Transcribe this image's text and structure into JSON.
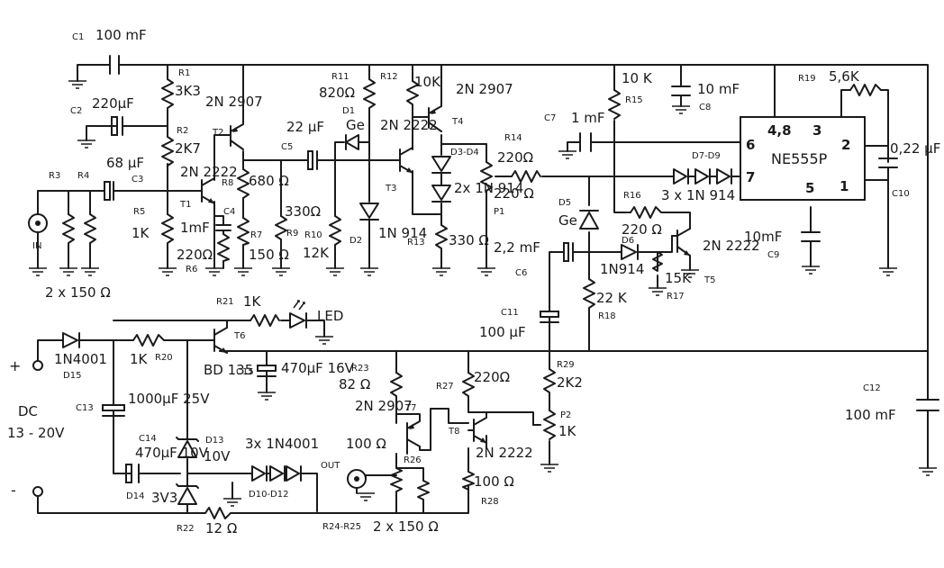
{
  "components": {
    "C1": {
      "ref": "C1",
      "value": "100 mF"
    },
    "C2": {
      "ref": "C2",
      "value": "220µF"
    },
    "C3": {
      "ref": "C3",
      "value": "68 µF"
    },
    "C4": {
      "ref": "C4",
      "value": "1mF"
    },
    "C5": {
      "ref": "C5",
      "value": "22 µF"
    },
    "C6": {
      "ref": "C6",
      "value": "2,2 mF"
    },
    "C7": {
      "ref": "C7",
      "value": "1 mF"
    },
    "C8": {
      "ref": "C8",
      "value": "10 mF"
    },
    "C9": {
      "ref": "C9",
      "value": "10mF"
    },
    "C10": {
      "ref": "C10",
      "value": "0,22 µF"
    },
    "C11": {
      "ref": "C11",
      "value": "100 µF"
    },
    "C12": {
      "ref": "C12",
      "value": "100 mF"
    },
    "C13": {
      "ref": "C13",
      "value": "1000µF 25V"
    },
    "C14": {
      "ref": "C14",
      "value": "470µF 10V"
    },
    "C15": {
      "ref": "C15",
      "value": "470µF 16V"
    },
    "R1": {
      "ref": "R1",
      "value": "3K3"
    },
    "R2": {
      "ref": "R2",
      "value": "2K7"
    },
    "R3": {
      "ref": "R3"
    },
    "R4": {
      "ref": "R4"
    },
    "R34_value": "2 x 150 Ω",
    "R5": {
      "ref": "R5",
      "value": "1K"
    },
    "R6": {
      "ref": "R6",
      "value": "220Ω"
    },
    "R7": {
      "ref": "R7",
      "value": "150 Ω"
    },
    "R8": {
      "ref": "R8",
      "value": "680 Ω"
    },
    "R9": {
      "ref": "R9",
      "value": "330Ω"
    },
    "R10": {
      "ref": "R10",
      "value": "12K"
    },
    "R11": {
      "ref": "R11",
      "value": "820Ω"
    },
    "R12": {
      "ref": "R12",
      "value": "10K"
    },
    "R13": {
      "ref": "R13",
      "value": "330 Ω"
    },
    "R14": {
      "ref": "R14",
      "value": "220Ω"
    },
    "R15": {
      "ref": "R15",
      "value": "10 K"
    },
    "R16": {
      "ref": "R16",
      "value": "220 Ω"
    },
    "R17": {
      "ref": "R17",
      "value": "15K"
    },
    "R18": {
      "ref": "R18",
      "value": "22 K"
    },
    "R19": {
      "ref": "R19",
      "value": "5,6K"
    },
    "R20": {
      "ref": "R20",
      "value": "1K"
    },
    "R21": {
      "ref": "R21",
      "value": "1K"
    },
    "R22": {
      "ref": "R22",
      "value": "12 Ω"
    },
    "R23": {
      "ref": "R23",
      "value": "82 Ω"
    },
    "R24_25": {
      "ref": "R24-R25",
      "value": "2 x 150 Ω"
    },
    "R26": {
      "ref": "R26",
      "value": "100 Ω"
    },
    "R27": {
      "ref": "R27",
      "value": "220Ω"
    },
    "R28": {
      "ref": "R28",
      "value": "100 Ω"
    },
    "R29": {
      "ref": "R29",
      "value": "2K2"
    },
    "P1": {
      "ref": "P1",
      "value": "220 Ω"
    },
    "P2": {
      "ref": "P2",
      "value": "1K"
    },
    "T1": {
      "ref": "T1",
      "type": "2N 2222"
    },
    "T2": {
      "ref": "T2",
      "type": "2N 2907"
    },
    "T3": {
      "ref": "T3",
      "type": "2N 2222"
    },
    "T4": {
      "ref": "T4",
      "type": "2N 2907"
    },
    "T5": {
      "ref": "T5",
      "type": "2N 2222"
    },
    "T6": {
      "ref": "T6",
      "type": "BD 135"
    },
    "T7": {
      "ref": "T7",
      "type": "2N 2907"
    },
    "T8": {
      "ref": "T8",
      "type": "2N 2222"
    },
    "D1": {
      "ref": "D1",
      "type": "Ge"
    },
    "D2": {
      "ref": "D2",
      "type": "1N 914"
    },
    "D3_D4": {
      "ref": "D3-D4",
      "type": "2x 1N 914"
    },
    "D5": {
      "ref": "D5",
      "type": "Ge"
    },
    "D6": {
      "ref": "D6",
      "type": "1N914"
    },
    "D7_D9": {
      "ref": "D7-D9",
      "type": "3 x 1N 914"
    },
    "D10_D12": {
      "ref": "D10-D12",
      "type": "3x 1N4001"
    },
    "D13": {
      "ref": "D13",
      "type": "10V"
    },
    "D14": {
      "ref": "D14",
      "type": "3V3"
    },
    "D15": {
      "ref": "D15",
      "type": "1N4001"
    },
    "LED": {
      "label": "LED"
    },
    "IC": {
      "name": "NE555P",
      "pins": {
        "p48": "4,8",
        "p3": "3",
        "p2": "2",
        "p6": "6",
        "p7": "7",
        "p5": "5",
        "p1": "1"
      }
    }
  },
  "terminals": {
    "in": "IN",
    "out": "OUT",
    "plus": "+",
    "minus": "-",
    "dc": "DC",
    "dc_range": "13 - 20V"
  }
}
